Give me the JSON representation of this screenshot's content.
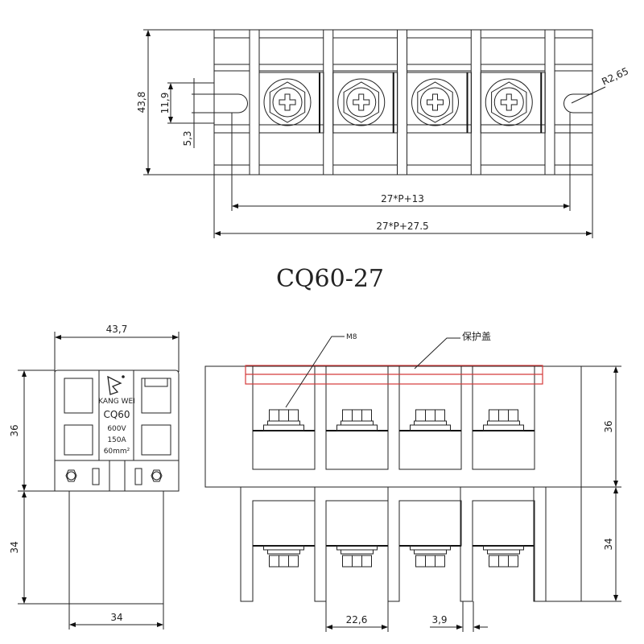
{
  "title": "CQ60-27",
  "top_view": {
    "dims": {
      "height": "43,8",
      "slot_pitch": "11,9",
      "slot_width": "5,3",
      "radius": "R2,65",
      "inner_length": "27*P+13",
      "outer_length": "27*P+27.5"
    },
    "positions": 4
  },
  "side_view": {
    "dims": {
      "width": "43,7",
      "upper_height": "36",
      "lower_height": "34",
      "base_width": "34"
    },
    "label": {
      "brand": "KANG WEI",
      "model": "CQ60",
      "voltage": "600V",
      "current": "150A",
      "cross_section": "60mm²"
    }
  },
  "front_view": {
    "callouts": {
      "screw": "M8",
      "cover": "保护盖"
    },
    "dims": {
      "upper_height": "36",
      "lower_height": "34",
      "cell_width": "22,6",
      "gap": "3,9"
    },
    "cover_color": "#d43a3a"
  }
}
